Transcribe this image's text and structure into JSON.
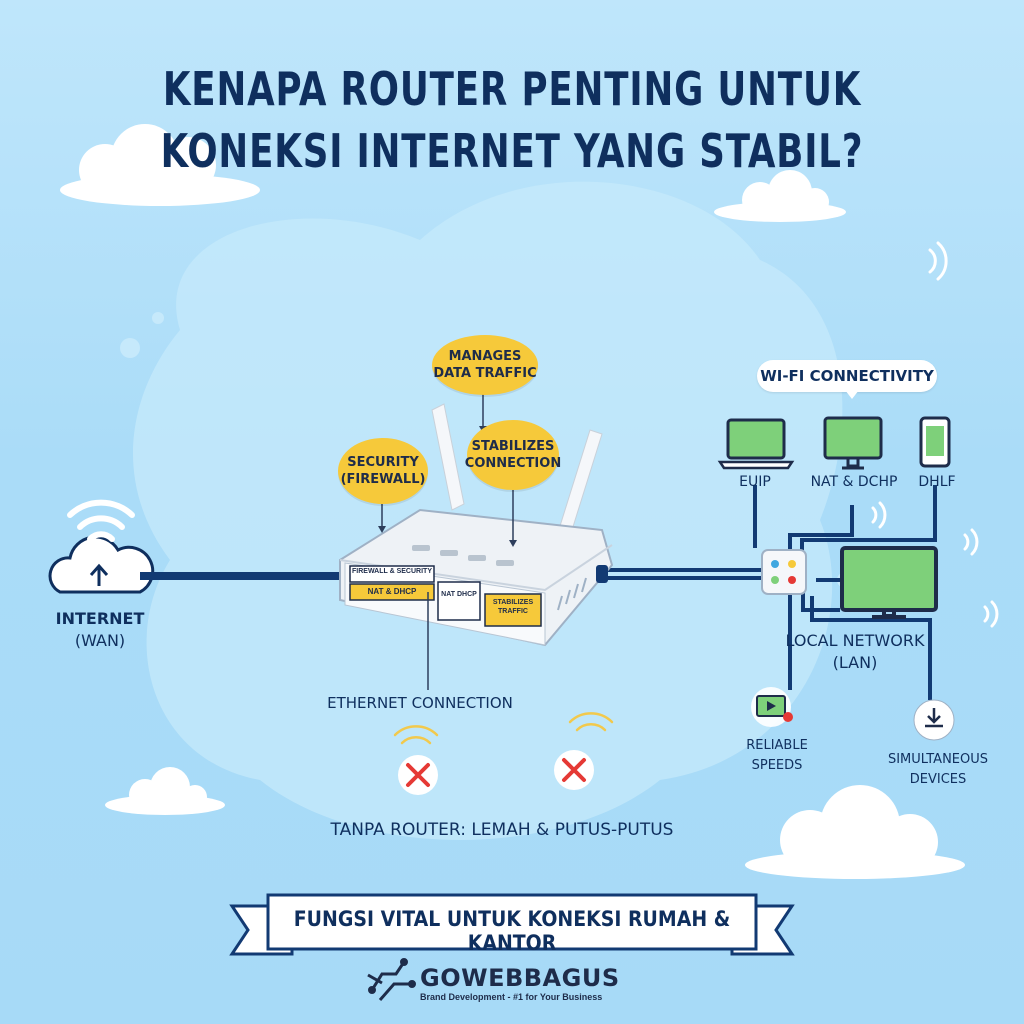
{
  "title": {
    "line1": "KENAPA ROUTER PENTING UNTUK",
    "line2": "KONEKSI INTERNET YANG STABIL?"
  },
  "internet": {
    "label1": "INTERNET",
    "label2": "(WAN)"
  },
  "bubbles": {
    "traffic": {
      "line1": "MANAGES",
      "line2": "DATA TRAFFIC"
    },
    "security": {
      "line1": "SECURITY",
      "line2": "(FIREWALL)"
    },
    "stabilize": {
      "line1": "STABILIZES",
      "line2": "CONNECTION"
    }
  },
  "router_panels": {
    "p1": "FIREWALL & SECURITY",
    "p2": "NAT & DHCP",
    "p3": "NAT DHCP",
    "p4": "STABILIZES TRAFFIC"
  },
  "ethernet_label": "ETHERNET CONNECTION",
  "wifi_callout": "WI-FI CONNECTIVITY",
  "devices": {
    "d1": "EUIP",
    "d2": "NAT & DCHP",
    "d3": "DHLF"
  },
  "lan": {
    "line1": "LOCAL NETWORK",
    "line2": "(LAN)"
  },
  "reliable": {
    "line1": "RELIABLE",
    "line2": "SPEEDS"
  },
  "simultaneous": {
    "line1": "SIMULTANEOUS",
    "line2": "DEVICES"
  },
  "no_router": "TANPA ROUTER: LEMAH & PUTUS-PUTUS",
  "banner": "FUNGSI VITAL UNTUK KONEKSI RUMAH & KANTOR",
  "brand": {
    "name": "GOWEBBAGUS",
    "tagline": "Brand Development - #1 for Your Business"
  },
  "colors": {
    "navy": "#0f2f5e",
    "yellow": "#f6c93a",
    "sky": "#aadcf8",
    "screen": "#7ed07a",
    "red": "#e53935"
  }
}
